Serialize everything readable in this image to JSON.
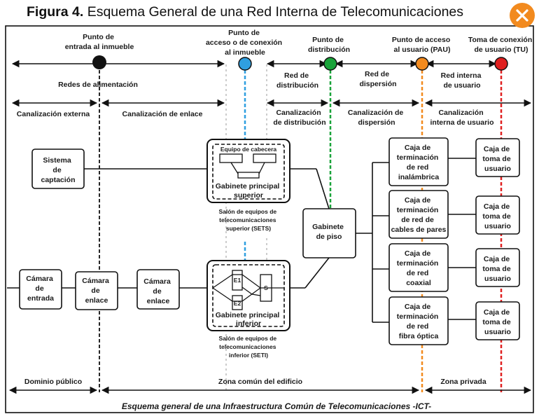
{
  "title": {
    "prefix": "Figura 4.",
    "text": "Esquema General de una Red Interna de Telecomunicaciones"
  },
  "colors": {
    "black": "#111111",
    "blue": "#2f9fe0",
    "green": "#1aa33a",
    "orange": "#f28a1e",
    "red": "#e02020",
    "accent": "#f28a1e"
  },
  "points": {
    "entrada": [
      "Punto de",
      "entrada al inmueble"
    ],
    "acceso": [
      "Punto de",
      "acceso o de conexión",
      "al inmueble"
    ],
    "distribucion": [
      "Punto de",
      "distribución"
    ],
    "pau": [
      "Punto de acceso",
      "al usuario (PAU)"
    ],
    "tu": [
      "Toma de conexión",
      "de usuario (TU)"
    ]
  },
  "networks": {
    "alimentacion": "Redes de alimentación",
    "distribucion": [
      "Red de",
      "distribución"
    ],
    "dispersion": [
      "Red de",
      "dispersión"
    ],
    "interna": [
      "Red interna",
      "de usuario"
    ]
  },
  "canalizaciones": {
    "externa": "Canalización externa",
    "enlace": "Canalización de enlace",
    "distribucion": [
      "Canalización",
      "de distribución"
    ],
    "dispersion": [
      "Canalización de",
      "dispersión"
    ],
    "interna": [
      "Canalización",
      "interna de usuario"
    ]
  },
  "boxes": {
    "sistema": [
      "Sistema",
      "de",
      "captación"
    ],
    "camara_entrada": [
      "Cámara",
      "de",
      "entrada"
    ],
    "camara_enlace1": [
      "Cámara",
      "de",
      "enlace"
    ],
    "camara_enlace2": [
      "Cámara",
      "de",
      "enlace"
    ],
    "gabinete_piso": [
      "Gabinete",
      "de piso"
    ],
    "equipo_cabecera": "Equipo de cabecera",
    "gabinete_superior": [
      "Gabinete principal",
      "superior"
    ],
    "gabinete_inferior": [
      "Gabinete principal",
      "inferior"
    ],
    "e1": "E1",
    "e2": "E2",
    "s": "S",
    "caja_inalambrica": [
      "Caja de",
      "terminación",
      "de red",
      "inalámbrica"
    ],
    "caja_pares": [
      "Caja de",
      "terminación",
      "de red de",
      "cables de pares"
    ],
    "caja_coaxial": [
      "Caja de",
      "terminación",
      "de red",
      "coaxial"
    ],
    "caja_fibra": [
      "Caja de",
      "terminación",
      "de red",
      "fibra óptica"
    ],
    "toma": [
      "Caja de",
      "toma de",
      "usuario"
    ]
  },
  "salones": {
    "sets": [
      "Salón de equipos de",
      "telecomunicaciones",
      "superior (SETS)"
    ],
    "seti": [
      "Salón de equipos de",
      "telecomunicaciones",
      "inferior (SETI)"
    ]
  },
  "dominios": {
    "publico": "Dominio público",
    "comun": "Zona común del edificio",
    "privada": "Zona privada"
  },
  "caption": "Esquema general de una Infraestructura Común de Telecomunicaciones -ICT-"
}
